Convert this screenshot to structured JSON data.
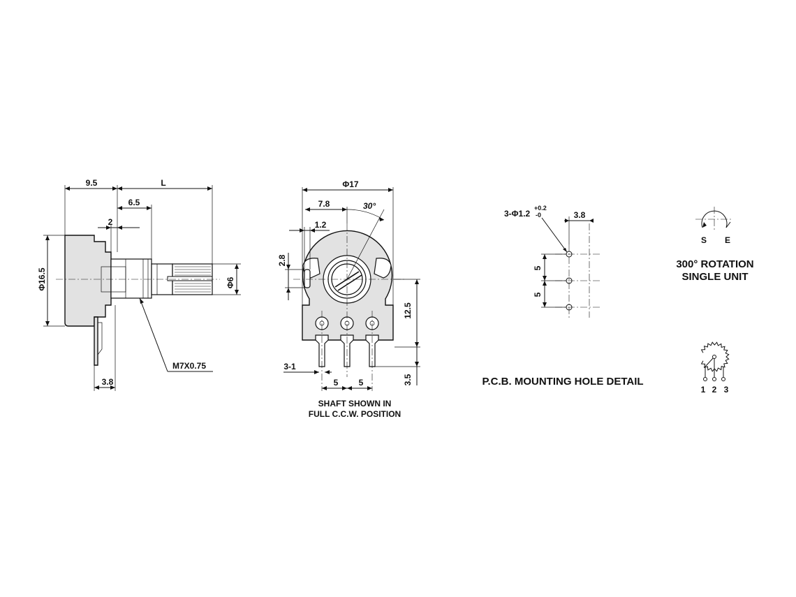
{
  "side_view": {
    "dim_9_5": "9.5",
    "dim_L": "L",
    "dim_6_5": "6.5",
    "dim_2": "2",
    "dim_phi_16_5": "Φ16.5",
    "dim_phi_6": "Φ6",
    "thread_label": "M7X0.75",
    "dim_3_8": "3.8"
  },
  "front_view": {
    "dim_phi_17": "Φ17",
    "dim_7_8": "7.8",
    "dim_30deg": "30°",
    "dim_1_2": "1.2",
    "dim_2_8": "2.8",
    "dim_12_5": "12.5",
    "dim_3_1": "3-1",
    "dim_5a": "5",
    "dim_5b": "5",
    "dim_3_5": "3.5",
    "caption_line1": "SHAFT SHOWN IN",
    "caption_line2": "FULL C.C.W. POSITION"
  },
  "pcb_view": {
    "hole_spec": "3-Φ1.2",
    "tol_plus": "+0.2",
    "tol_minus": "-0",
    "dim_3_8": "3.8",
    "dim_5a": "5",
    "dim_5b": "5",
    "title": "P.C.B. MOUNTING HOLE DETAIL"
  },
  "rotation": {
    "label_s": "S",
    "label_e": "E",
    "line1": "300° ROTATION",
    "line2": "SINGLE UNIT"
  },
  "schematic": {
    "pin1": "1",
    "pin2": "2",
    "pin3": "3"
  }
}
